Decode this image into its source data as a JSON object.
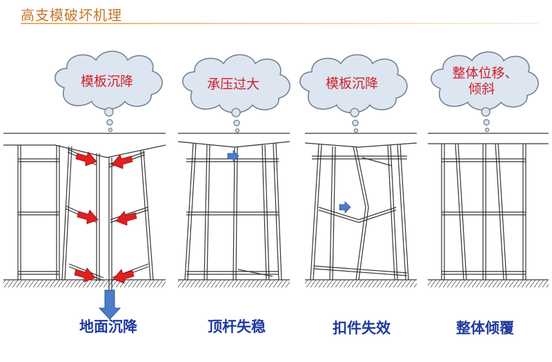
{
  "title": "高支模破坏机理",
  "panels": [
    {
      "cloud_lines": [
        "模板沉降"
      ],
      "caption": "地面沉降"
    },
    {
      "cloud_lines": [
        "承压过大"
      ],
      "caption": "顶杆失稳"
    },
    {
      "cloud_lines": [
        "模板沉降"
      ],
      "caption": "扣件失效"
    },
    {
      "cloud_lines": [
        "整体位移、",
        "倾斜"
      ],
      "caption": "整体倾覆"
    }
  ],
  "colors": {
    "title": "#c0782a",
    "cloud_fill": "#dde5f0",
    "cloud_text": "#d0202a",
    "caption": "#1f3a9e",
    "red_arrow": "#e02020",
    "blue_arrow": "#4a7cc7"
  }
}
